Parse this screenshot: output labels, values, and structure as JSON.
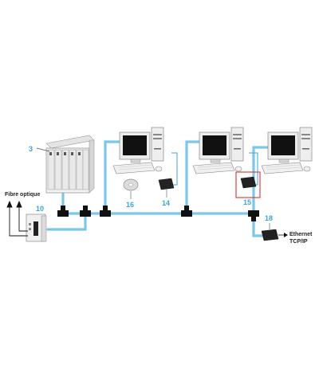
{
  "labels": {
    "fibre": "Fibre optique",
    "ethernet_line1": "Ethernet",
    "ethernet_line2": "TCP/IP"
  },
  "callouts": {
    "plc": "3",
    "converter": "10",
    "adapter_a": "14",
    "adapter_b": "15",
    "cd": "16",
    "transceiver": "18"
  },
  "colors": {
    "cable": "#7cc7e8",
    "callout": "#3aa6d8",
    "highlight": "#e0302c"
  }
}
